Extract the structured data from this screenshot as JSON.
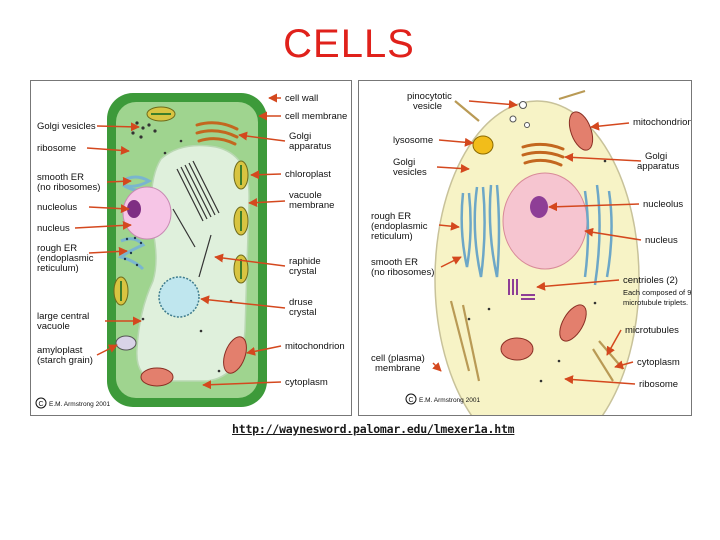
{
  "slide": {
    "title": "CELLS",
    "source_url": "http://waynesword.palomar.edu/lmexer1a.htm"
  },
  "colors": {
    "title": "#e0211b",
    "plant_wall": "#3d9a3a",
    "plant_cytoplasm": "#9fd48f",
    "vacuole": "#dff0dc",
    "animal_cytoplasm": "#f7f3c6",
    "arrow": "#d4481e"
  },
  "plant_cell": {
    "labels_left": [
      "Golgi vesicles",
      "ribosome",
      "smooth ER",
      "(no ribosomes)",
      "nucleolus",
      "nucleus",
      "rough ER",
      "(endoplasmic",
      "reticulum)",
      "large central",
      "vacuole",
      "amyloplast",
      "(starch grain)"
    ],
    "labels_right": [
      "cell wall",
      "cell membrane",
      "Golgi",
      "apparatus",
      "chloroplast",
      "vacuole",
      "membrane",
      "raphide",
      "crystal",
      "druse",
      "crystal",
      "mitochondrion",
      "cytoplasm"
    ],
    "copyright": "E.M. Armstrong 2001"
  },
  "animal_cell": {
    "labels_left": [
      "pinocytotic",
      "vesicle",
      "lysosome",
      "Golgi",
      "vesicles",
      "rough ER",
      "(endoplasmic",
      "reticulum)",
      "smooth ER",
      "(no ribosomes)",
      "cell (plasma)",
      "membrane"
    ],
    "labels_right": [
      "mitochondrion",
      "Golgi",
      "apparatus",
      "nucleolus",
      "nucleus",
      "centrioles (2)",
      "Each composed of 9",
      "microtubule triplets.",
      "microtubules",
      "cytoplasm",
      "ribosome"
    ],
    "copyright": "E.M. Armstrong 2001"
  }
}
